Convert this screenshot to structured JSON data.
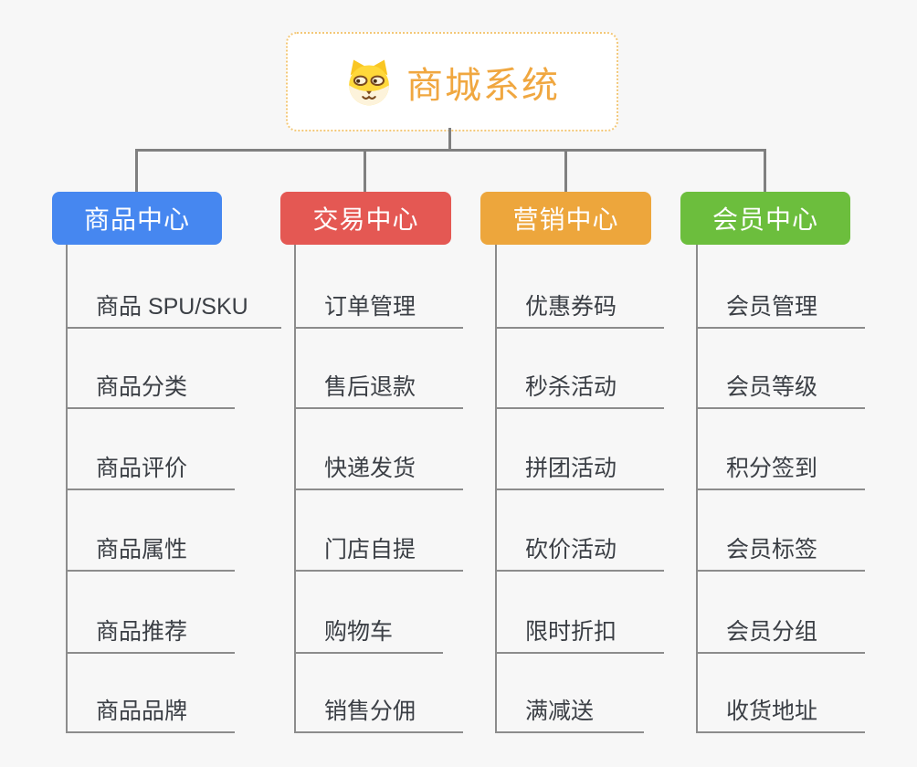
{
  "colors": {
    "bg": "#f7f7f7",
    "root_accent": "#F0A740",
    "root_border": "#F3C878",
    "branch_blue": "#4687F0",
    "branch_red": "#E45853",
    "branch_orange": "#EDA63C",
    "branch_green": "#6CBE3D",
    "connector": "#808080",
    "leaf_line": "#8C8C8C",
    "leaf_text": "#3B3F45"
  },
  "root": {
    "title": "商城系统",
    "icon": "dog-face-icon"
  },
  "branches": [
    {
      "label": "商品中心",
      "color": "#4687F0",
      "children": [
        "商品 SPU/SKU",
        "商品分类",
        "商品评价",
        "商品属性",
        "商品推荐",
        "商品品牌"
      ]
    },
    {
      "label": "交易中心",
      "color": "#E45853",
      "children": [
        "订单管理",
        "售后退款",
        "快递发货",
        "门店自提",
        "购物车",
        "销售分佣"
      ]
    },
    {
      "label": "营销中心",
      "color": "#EDA63C",
      "children": [
        "优惠券码",
        "秒杀活动",
        "拼团活动",
        "砍价活动",
        "限时折扣",
        "满减送"
      ]
    },
    {
      "label": "会员中心",
      "color": "#6CBE3D",
      "children": [
        "会员管理",
        "会员等级",
        "积分签到",
        "会员标签",
        "会员分组",
        "收货地址"
      ]
    }
  ]
}
